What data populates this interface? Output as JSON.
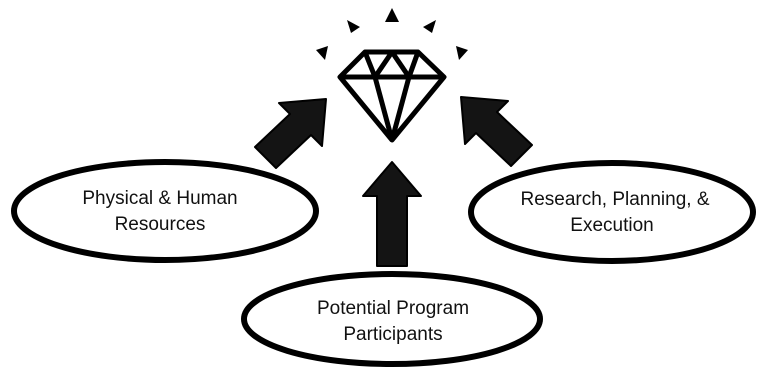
{
  "diagram": {
    "center_icon": "diamond-icon",
    "nodes": {
      "left": {
        "line1": "Physical & Human",
        "line2": "Resources"
      },
      "right": {
        "line1": "Research, Planning, &",
        "line2": "Execution"
      },
      "bottom": {
        "line1": "Potential Program",
        "line2": "Participants"
      }
    },
    "colors": {
      "stroke": "#000000",
      "arrow_fill": "#141414",
      "background": "#ffffff"
    }
  }
}
